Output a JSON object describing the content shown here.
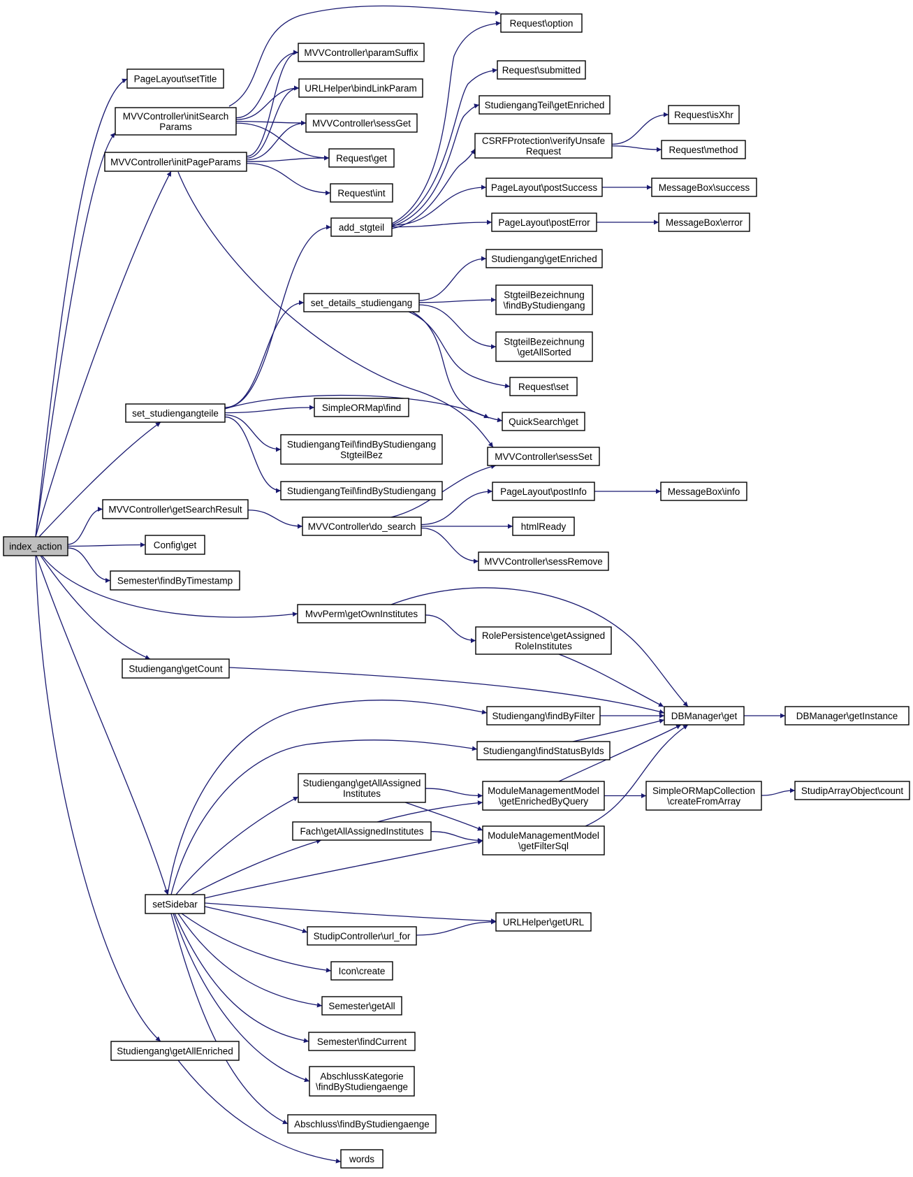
{
  "graph": {
    "colors": {
      "edge": "#191970",
      "node_border": "#000000",
      "root_fill": "#bfbfbf",
      "node_fill": "#ffffff"
    },
    "nodes": [
      {
        "id": "index",
        "lines": [
          "index_action"
        ],
        "root": true
      },
      {
        "id": "setTitle",
        "lines": [
          "PageLayout\\setTitle"
        ]
      },
      {
        "id": "initSearch",
        "lines": [
          "MVVController\\initSearch",
          "Params"
        ]
      },
      {
        "id": "initPage",
        "lines": [
          "MVVController\\initPageParams"
        ]
      },
      {
        "id": "set_stgteile",
        "lines": [
          "set_studiengangteile"
        ]
      },
      {
        "id": "getSearchResult",
        "lines": [
          "MVVController\\getSearchResult"
        ]
      },
      {
        "id": "configGet",
        "lines": [
          "Config\\get"
        ]
      },
      {
        "id": "semFindTs",
        "lines": [
          "Semester\\findByTimestamp"
        ]
      },
      {
        "id": "studGetCount",
        "lines": [
          "Studiengang\\getCount"
        ]
      },
      {
        "id": "setSidebar",
        "lines": [
          "setSidebar"
        ]
      },
      {
        "id": "studGetAllEnriched",
        "lines": [
          "Studiengang\\getAllEnriched"
        ]
      },
      {
        "id": "paramSuffix",
        "lines": [
          "MVVController\\paramSuffix"
        ]
      },
      {
        "id": "bindLinkParam",
        "lines": [
          "URLHelper\\bindLinkParam"
        ]
      },
      {
        "id": "sessGet",
        "lines": [
          "MVVController\\sessGet"
        ]
      },
      {
        "id": "reqGet",
        "lines": [
          "Request\\get"
        ]
      },
      {
        "id": "reqInt",
        "lines": [
          "Request\\int"
        ]
      },
      {
        "id": "reqOption",
        "lines": [
          "Request\\option"
        ]
      },
      {
        "id": "add_stgteil",
        "lines": [
          "add_stgteil"
        ]
      },
      {
        "id": "set_details",
        "lines": [
          "set_details_studiengang"
        ]
      },
      {
        "id": "sormFind",
        "lines": [
          "SimpleORMap\\find"
        ]
      },
      {
        "id": "stgTeilFindBez",
        "lines": [
          "StudiengangTeil\\findByStudiengang",
          "StgteilBez"
        ]
      },
      {
        "id": "stgTeilFind",
        "lines": [
          "StudiengangTeil\\findByStudiengang"
        ]
      },
      {
        "id": "doSearch",
        "lines": [
          "MVVController\\do_search"
        ]
      },
      {
        "id": "mvvPerm",
        "lines": [
          "MvvPerm\\getOwnInstitutes"
        ]
      },
      {
        "id": "studAllAssigned",
        "lines": [
          "Studiengang\\getAllAssigned",
          "Institutes"
        ]
      },
      {
        "id": "fachAllAssigned",
        "lines": [
          "Fach\\getAllAssignedInstitutes"
        ]
      },
      {
        "id": "urlFor",
        "lines": [
          "StudipController\\url_for"
        ]
      },
      {
        "id": "iconCreate",
        "lines": [
          "Icon\\create"
        ]
      },
      {
        "id": "semGetAll",
        "lines": [
          "Semester\\getAll"
        ]
      },
      {
        "id": "semFindCurrent",
        "lines": [
          "Semester\\findCurrent"
        ]
      },
      {
        "id": "abschlussKat",
        "lines": [
          "AbschlussKategorie",
          "\\findByStudiengaenge"
        ]
      },
      {
        "id": "abschlussFind",
        "lines": [
          "Abschluss\\findByStudiengaenge"
        ]
      },
      {
        "id": "words",
        "lines": [
          "words"
        ]
      },
      {
        "id": "reqSubmitted",
        "lines": [
          "Request\\submitted"
        ]
      },
      {
        "id": "stgTeilGetEnriched",
        "lines": [
          "StudiengangTeil\\getEnriched"
        ]
      },
      {
        "id": "csrf",
        "lines": [
          "CSRFProtection\\verifyUnsafe",
          "Request"
        ]
      },
      {
        "id": "postSuccess",
        "lines": [
          "PageLayout\\postSuccess"
        ]
      },
      {
        "id": "postError",
        "lines": [
          "PageLayout\\postError"
        ]
      },
      {
        "id": "studGetEnriched",
        "lines": [
          "Studiengang\\getEnriched"
        ]
      },
      {
        "id": "stgBezFind",
        "lines": [
          "StgteilBezeichnung",
          "\\findByStudiengang"
        ]
      },
      {
        "id": "stgBezSorted",
        "lines": [
          "StgteilBezeichnung",
          "\\getAllSorted"
        ]
      },
      {
        "id": "reqSet",
        "lines": [
          "Request\\set"
        ]
      },
      {
        "id": "qsGet",
        "lines": [
          "QuickSearch\\get"
        ]
      },
      {
        "id": "sessSet",
        "lines": [
          "MVVController\\sessSet"
        ]
      },
      {
        "id": "postInfo",
        "lines": [
          "PageLayout\\postInfo"
        ]
      },
      {
        "id": "htmlReady",
        "lines": [
          "htmlReady"
        ]
      },
      {
        "id": "sessRemove",
        "lines": [
          "MVVController\\sessRemove"
        ]
      },
      {
        "id": "rolePers",
        "lines": [
          "RolePersistence\\getAssigned",
          "RoleInstitutes"
        ]
      },
      {
        "id": "studFindFilter",
        "lines": [
          "Studiengang\\findByFilter"
        ]
      },
      {
        "id": "studFindStatus",
        "lines": [
          "Studiengang\\findStatusByIds"
        ]
      },
      {
        "id": "mmmEnriched",
        "lines": [
          "ModuleManagementModel",
          "\\getEnrichedByQuery"
        ]
      },
      {
        "id": "mmmFilterSql",
        "lines": [
          "ModuleManagementModel",
          "\\getFilterSql"
        ]
      },
      {
        "id": "urlGetURL",
        "lines": [
          "URLHelper\\getURL"
        ]
      },
      {
        "id": "reqIsXhr",
        "lines": [
          "Request\\isXhr"
        ]
      },
      {
        "id": "reqMethod",
        "lines": [
          "Request\\method"
        ]
      },
      {
        "id": "mbSuccess",
        "lines": [
          "MessageBox\\success"
        ]
      },
      {
        "id": "mbError",
        "lines": [
          "MessageBox\\error"
        ]
      },
      {
        "id": "mbInfo",
        "lines": [
          "MessageBox\\info"
        ]
      },
      {
        "id": "dbGet",
        "lines": [
          "DBManager\\get"
        ]
      },
      {
        "id": "sormColl",
        "lines": [
          "SimpleORMapCollection",
          "\\createFromArray"
        ]
      },
      {
        "id": "dbInstance",
        "lines": [
          "DBManager\\getInstance"
        ]
      },
      {
        "id": "arrCount",
        "lines": [
          "StudipArrayObject\\count"
        ]
      }
    ],
    "edges": [
      [
        "index",
        "setTitle"
      ],
      [
        "index",
        "initSearch"
      ],
      [
        "index",
        "initPage"
      ],
      [
        "index",
        "set_stgteile"
      ],
      [
        "index",
        "getSearchResult"
      ],
      [
        "index",
        "configGet"
      ],
      [
        "index",
        "semFindTs"
      ],
      [
        "index",
        "mvvPerm"
      ],
      [
        "index",
        "studGetCount"
      ],
      [
        "index",
        "setSidebar"
      ],
      [
        "index",
        "studGetAllEnriched"
      ],
      [
        "initSearch",
        "reqOption"
      ],
      [
        "initSearch",
        "paramSuffix"
      ],
      [
        "initSearch",
        "bindLinkParam"
      ],
      [
        "initSearch",
        "sessGet"
      ],
      [
        "initSearch",
        "reqGet"
      ],
      [
        "initPage",
        "paramSuffix"
      ],
      [
        "initPage",
        "bindLinkParam"
      ],
      [
        "initPage",
        "sessGet"
      ],
      [
        "initPage",
        "reqGet"
      ],
      [
        "initPage",
        "reqInt"
      ],
      [
        "initPage",
        "sessSet"
      ],
      [
        "set_stgteile",
        "add_stgteil"
      ],
      [
        "set_stgteile",
        "set_details"
      ],
      [
        "set_stgteile",
        "qsGet"
      ],
      [
        "set_stgteile",
        "sormFind"
      ],
      [
        "set_stgteile",
        "stgTeilFindBez"
      ],
      [
        "set_stgteile",
        "stgTeilFind"
      ],
      [
        "getSearchResult",
        "doSearch"
      ],
      [
        "add_stgteil",
        "reqOption"
      ],
      [
        "add_stgteil",
        "reqSubmitted"
      ],
      [
        "add_stgteil",
        "stgTeilGetEnriched"
      ],
      [
        "add_stgteil",
        "csrf"
      ],
      [
        "add_stgteil",
        "postSuccess"
      ],
      [
        "add_stgteil",
        "postError"
      ],
      [
        "set_details",
        "studGetEnriched"
      ],
      [
        "set_details",
        "stgBezFind"
      ],
      [
        "set_details",
        "stgBezSorted"
      ],
      [
        "set_details",
        "reqSet"
      ],
      [
        "set_details",
        "qsGet"
      ],
      [
        "csrf",
        "reqIsXhr"
      ],
      [
        "csrf",
        "reqMethod"
      ],
      [
        "postSuccess",
        "mbSuccess"
      ],
      [
        "postError",
        "mbError"
      ],
      [
        "doSearch",
        "sessSet"
      ],
      [
        "doSearch",
        "postInfo"
      ],
      [
        "doSearch",
        "htmlReady"
      ],
      [
        "doSearch",
        "sessRemove"
      ],
      [
        "postInfo",
        "mbInfo"
      ],
      [
        "mvvPerm",
        "dbGet"
      ],
      [
        "mvvPerm",
        "rolePers"
      ],
      [
        "rolePers",
        "dbGet"
      ],
      [
        "studGetCount",
        "dbGet"
      ],
      [
        "setSidebar",
        "studFindFilter"
      ],
      [
        "setSidebar",
        "studFindStatus"
      ],
      [
        "setSidebar",
        "studAllAssigned"
      ],
      [
        "setSidebar",
        "fachAllAssigned"
      ],
      [
        "setSidebar",
        "mmmFilterSql"
      ],
      [
        "setSidebar",
        "urlGetURL"
      ],
      [
        "setSidebar",
        "urlFor"
      ],
      [
        "setSidebar",
        "iconCreate"
      ],
      [
        "setSidebar",
        "semGetAll"
      ],
      [
        "setSidebar",
        "semFindCurrent"
      ],
      [
        "setSidebar",
        "abschlussKat"
      ],
      [
        "setSidebar",
        "abschlussFind"
      ],
      [
        "studFindFilter",
        "dbGet"
      ],
      [
        "studFindStatus",
        "dbGet"
      ],
      [
        "studAllAssigned",
        "mmmEnriched"
      ],
      [
        "studAllAssigned",
        "mmmFilterSql"
      ],
      [
        "fachAllAssigned",
        "mmmEnriched"
      ],
      [
        "fachAllAssigned",
        "mmmFilterSql"
      ],
      [
        "mmmEnriched",
        "dbGet"
      ],
      [
        "mmmEnriched",
        "sormColl"
      ],
      [
        "mmmFilterSql",
        "dbGet"
      ],
      [
        "urlFor",
        "urlGetURL"
      ],
      [
        "dbGet",
        "dbInstance"
      ],
      [
        "sormColl",
        "arrCount"
      ],
      [
        "studGetAllEnriched",
        "words"
      ]
    ]
  }
}
